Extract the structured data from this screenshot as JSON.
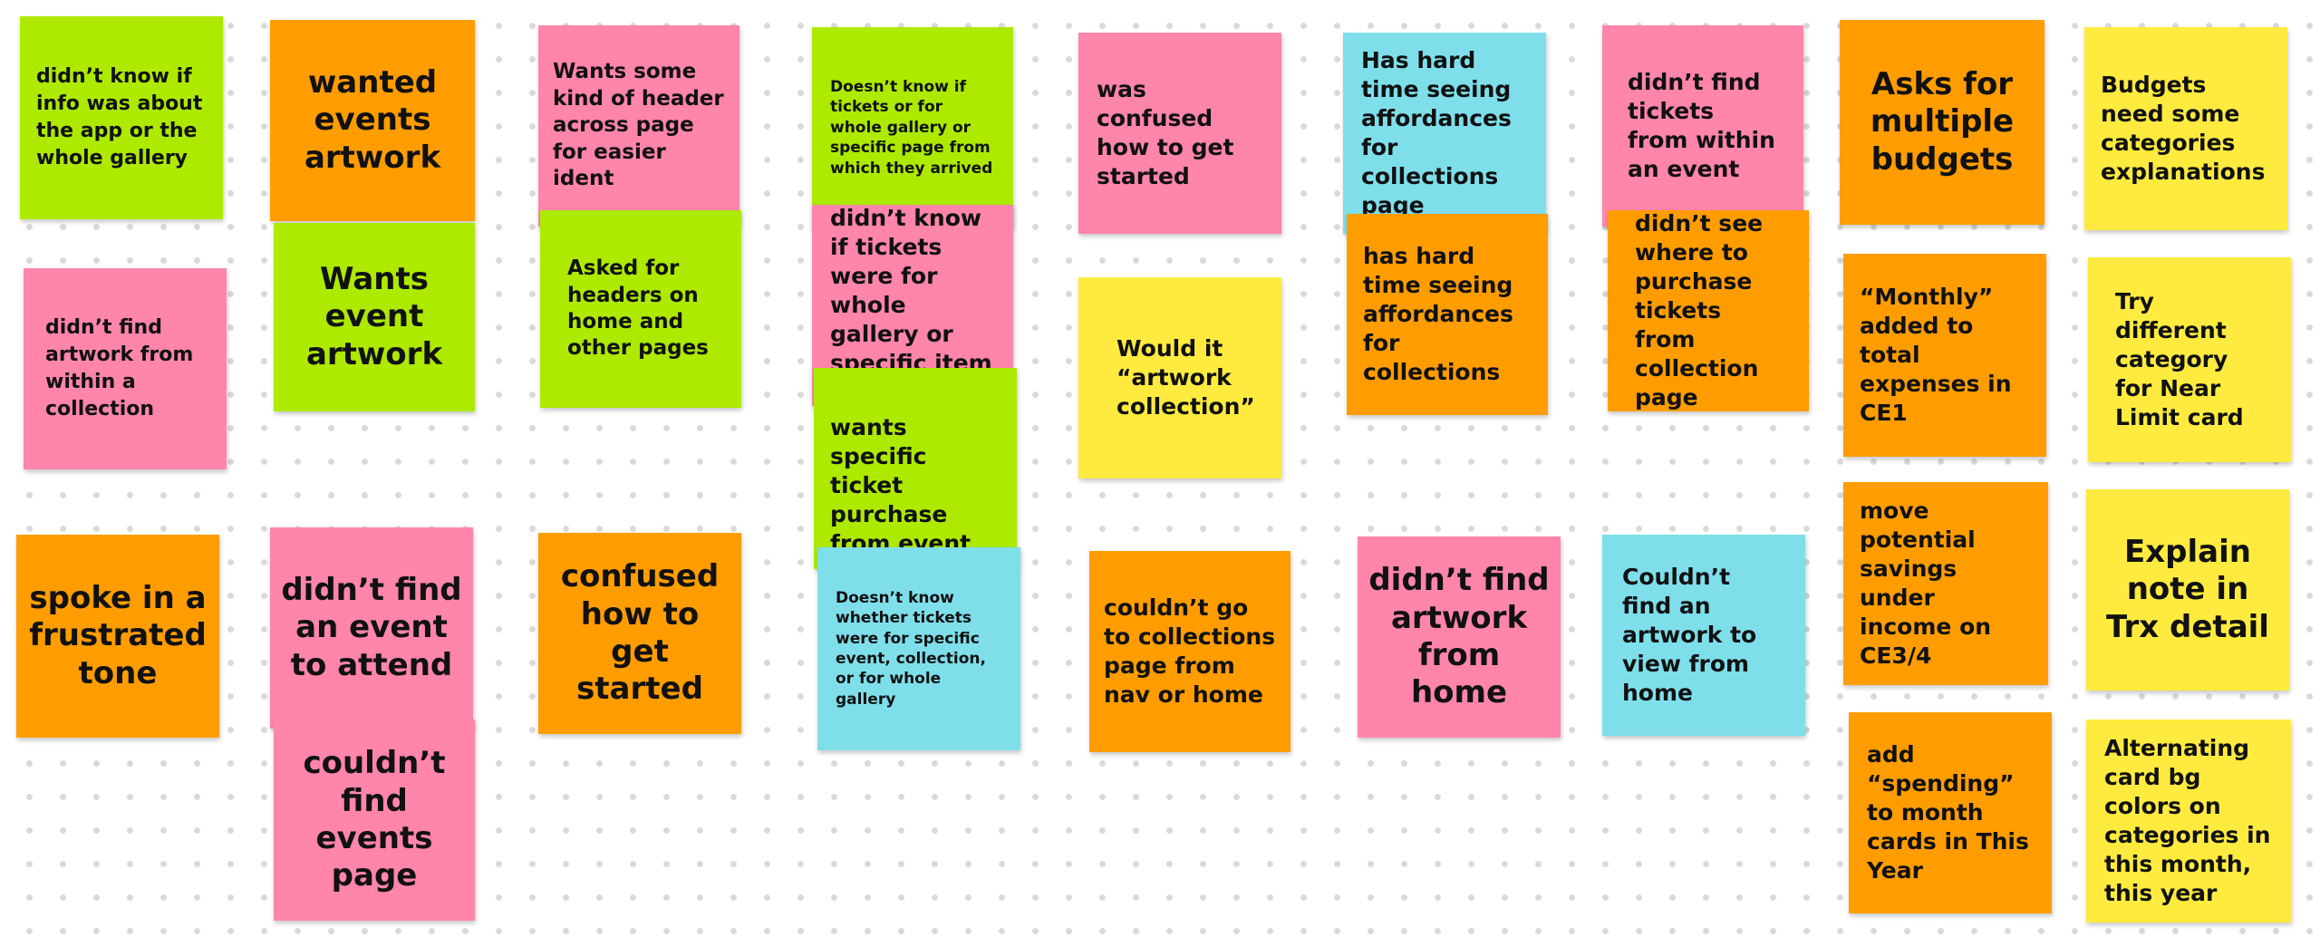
{
  "board": {
    "colors": {
      "green": "#adea00",
      "orange": "#ff9d00",
      "pink": "#ff85ab",
      "cyan": "#7edfeb",
      "yellow": "#ffeb3f",
      "dot_grid": "#d9d9d9"
    },
    "notes": [
      {
        "color": "green",
        "text": "didn’t know if info was about the app or the whole gallery"
      },
      {
        "color": "pink",
        "text": "didn’t find artwork from within a collection"
      },
      {
        "color": "orange",
        "text": "spoke in a frustrated tone"
      },
      {
        "color": "orange",
        "text": "wanted events artwork"
      },
      {
        "color": "green",
        "text": "Wants event artwork"
      },
      {
        "color": "pink",
        "text": "didn’t find an event to attend"
      },
      {
        "color": "pink",
        "text": "couldn’t find events page"
      },
      {
        "color": "pink",
        "text": "Wants some kind of header across page for easier ident"
      },
      {
        "color": "green",
        "text": "Asked for headers on home and other pages"
      },
      {
        "color": "orange",
        "text": "confused how to get started"
      },
      {
        "color": "green",
        "text": "Doesn’t know if tickets or for whole gallery or specific page from which they arrived"
      },
      {
        "color": "pink",
        "text": "didn’t know if tickets were for whole gallery or specific item or event"
      },
      {
        "color": "green",
        "text": "wants specific ticket purchase from event"
      },
      {
        "color": "cyan",
        "text": "Doesn’t know whether tickets were for specific event, collection, or for whole gallery"
      },
      {
        "color": "pink",
        "text": "was confused how to get started"
      },
      {
        "color": "yellow",
        "text": "Would it “artwork collection”"
      },
      {
        "color": "orange",
        "text": "couldn’t go to collections page from nav or home"
      },
      {
        "color": "cyan",
        "text": "Has hard time seeing affordances for collections page"
      },
      {
        "color": "orange",
        "text": "has hard time seeing affordances for collections"
      },
      {
        "color": "pink",
        "text": "didn’t find artwork from home"
      },
      {
        "color": "pink",
        "text": "didn’t find tickets from within an event"
      },
      {
        "color": "orange",
        "text": "didn’t see where to purchase tickets from collection page"
      },
      {
        "color": "cyan",
        "text": "Couldn’t find an artwork to view from home"
      },
      {
        "color": "orange",
        "text": "Asks for multiple budgets"
      },
      {
        "color": "orange",
        "text": "“Monthly” added to total expenses in CE1"
      },
      {
        "color": "orange",
        "text": "move potential savings under income on CE3/4"
      },
      {
        "color": "orange",
        "text": "add “spending” to month cards in This Year"
      },
      {
        "color": "yellow",
        "text": "Budgets need some categories explanations"
      },
      {
        "color": "yellow",
        "text": "Try different category for Near Limit card"
      },
      {
        "color": "yellow",
        "text": "Explain note in Trx detail"
      },
      {
        "color": "yellow",
        "text": "Alternating card bg colors on categories in this month, this year"
      }
    ]
  }
}
